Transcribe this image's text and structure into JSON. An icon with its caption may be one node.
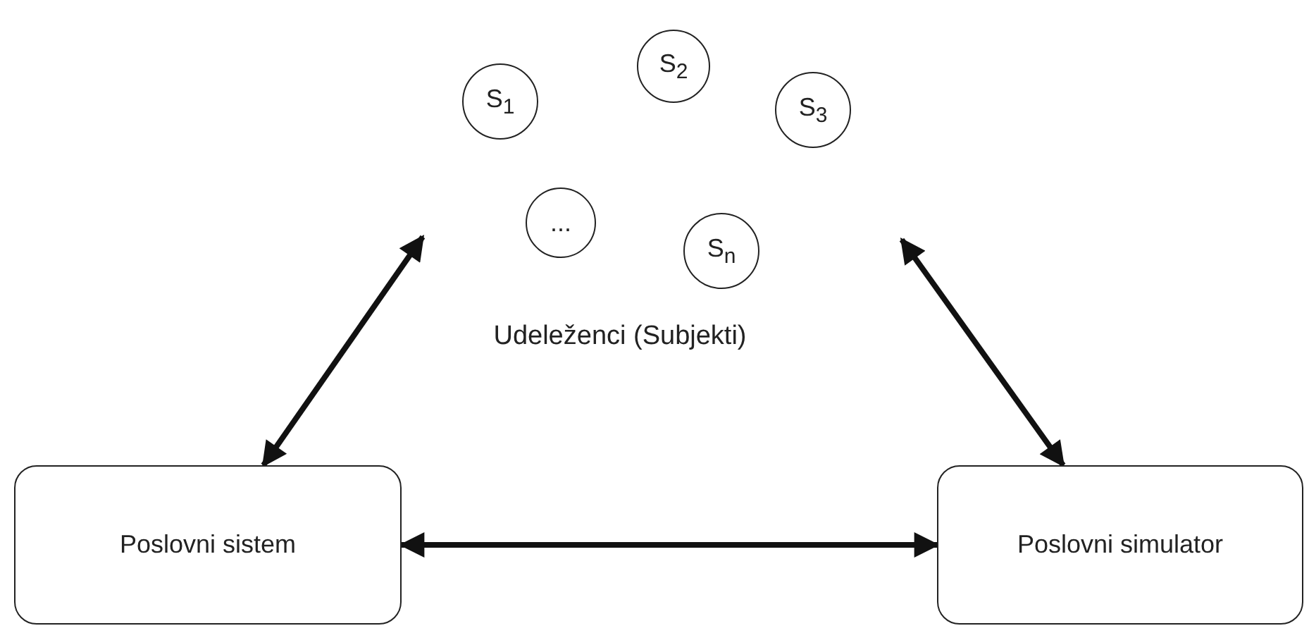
{
  "diagram": {
    "nodes": [
      {
        "text": [
          "S$_{1}$"
        ]
      },
      {
        "text": [
          "S$_{2}$"
        ]
      },
      {
        "text": [
          "S$_{3}$"
        ]
      },
      {
        "text": [
          "..."
        ]
      },
      {
        "text": [
          "S$_{n}$"
        ]
      },
      {
        "text": [
          "Poslovni sistem"
        ]
      },
      {
        "text": [
          "Poslovni simulator"
        ]
      }
    ],
    "edges": [
      {
        "from": null,
        "to": 5,
        "arrow": "both"
      },
      {
        "from": null,
        "to": 6,
        "arrow": "both"
      },
      {
        "from": 5,
        "to": 6,
        "arrow": "both"
      }
    ],
    "labels": [
      "Udeleženci (Subjekti)"
    ]
  }
}
